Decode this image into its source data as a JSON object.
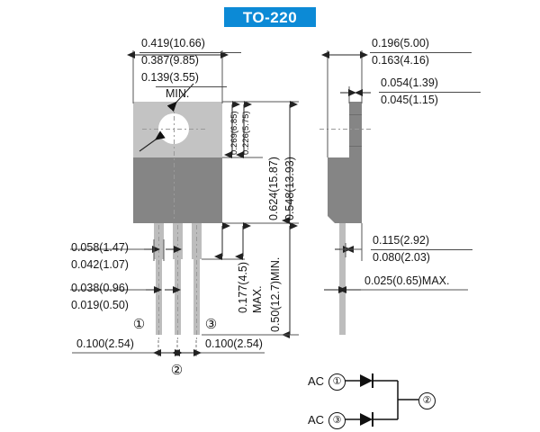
{
  "title": "TO-220",
  "front_view": {
    "dimensions": {
      "width_max": "0.419(10.66)",
      "width_min": "0.387(9.85)",
      "hole_edge": "0.139(3.55)",
      "hole_edge_note": "MIN.",
      "tab_height_max": "0.269(6.85)",
      "tab_height_min": "0.226(5.75)",
      "body_height_max": "0.624(15.87)",
      "body_height_min": "0.548(13.93)",
      "lead_shoulder_max": "0.058(1.47)",
      "lead_shoulder_min": "0.042(1.07)",
      "lead_width_max": "0.038(0.96)",
      "lead_width_min": "0.019(0.50)",
      "shoulder_len": "0.177(4.5)",
      "shoulder_len_note": "MAX.",
      "lead_len": "0.50(12.7)MIN.",
      "pitch_left": "0.100(2.54)",
      "pitch_right": "0.100(2.54)"
    },
    "pins": {
      "pin1": "①",
      "pin2": "②",
      "pin3": "③"
    }
  },
  "side_view": {
    "dimensions": {
      "depth_max": "0.196(5.00)",
      "depth_min": "0.163(4.16)",
      "tab_thick_max": "0.054(1.39)",
      "tab_thick_min": "0.045(1.15)",
      "lead_offset_max": "0.115(2.92)",
      "lead_offset_min": "0.080(2.03)",
      "lead_thick": "0.025(0.65)MAX."
    }
  },
  "schematic": {
    "ac_label_1": "AC",
    "ac_label_2": "AC",
    "pin1": "①",
    "pin3": "③",
    "pin2": "②"
  },
  "colors": {
    "banner": "#0c8ad6",
    "tab_metal": "#c3c3c3",
    "body_plastic": "#858585",
    "lead": "#bdbdbd",
    "line": "#4a4a4a"
  }
}
